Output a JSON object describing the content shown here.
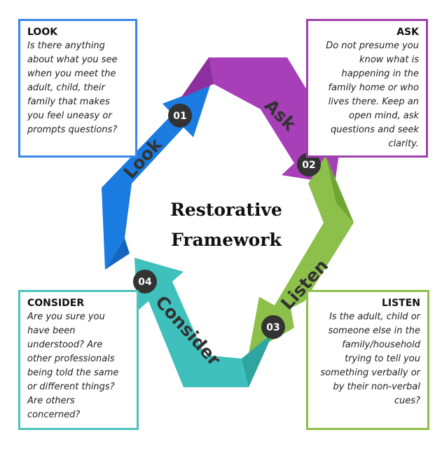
{
  "center_title": {
    "line1": "Restorative",
    "line2": "Framework"
  },
  "colors": {
    "look": "#1a7be0",
    "ask": "#a63fb8",
    "listen": "#8cc04a",
    "consider": "#3fc0bd"
  },
  "steps": [
    {
      "number": "01",
      "arrow_word": "Look",
      "heading": "LOOK",
      "body": "Is there anything about what you see when you meet the adult, child, their family that makes you feel uneasy or prompts questions?"
    },
    {
      "number": "02",
      "arrow_word": "Ask",
      "heading": "ASK",
      "body": "Do not presume you know what is happening in the family home or who lives there. Keep an open mind, ask questions and seek clarity."
    },
    {
      "number": "03",
      "arrow_word": "Listen",
      "heading": "LISTEN",
      "body": "Is the adult, child or someone else in the family/household trying to tell you something verbally or by their non-verbal cues?"
    },
    {
      "number": "04",
      "arrow_word": "Consider",
      "heading": "CONSIDER",
      "body": "Are you sure you have been understood? Are other professionals being told the same or different things? Are others concerned?"
    }
  ]
}
